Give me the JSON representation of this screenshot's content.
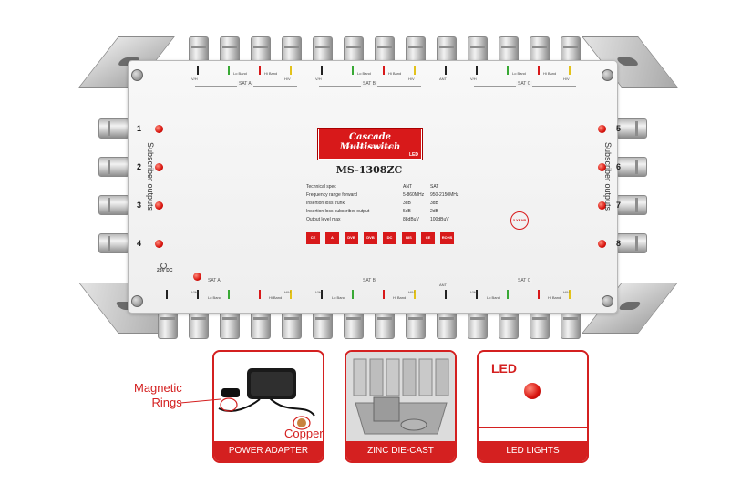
{
  "device": {
    "brand_title": "Cascade Multiswitch",
    "brand_subtitle": "32 SAT IF signal reinserted / 8 receiver",
    "brand_tag": "LED",
    "model": "MS-1308ZC",
    "power_label": "28V DC",
    "warranty_badge": "3 YEAR",
    "subscriber_outputs_label": "Subscriber outputs",
    "port_numbers": [
      "1",
      "2",
      "3",
      "4",
      "5",
      "6",
      "7",
      "8"
    ],
    "input_labels": [
      "V/H",
      "Lo Band",
      "H/V",
      "Hi Band"
    ],
    "sat_groups": [
      "SAT A",
      "SAT B",
      "SAT C"
    ],
    "ant_label": "ANT",
    "spec": {
      "headers": [
        "Technical spec",
        "ANT",
        "SAT"
      ],
      "rows": [
        {
          "label": "Frequency range forward",
          "ant": "5-860MHz",
          "sat": "950-2150MHz"
        },
        {
          "label": "Insertion loss trunk",
          "ant": "3dB",
          "sat": "3dB"
        },
        {
          "label": "Insertion loss subscriber output",
          "ant": "5dB",
          "sat": "2dB"
        },
        {
          "label": "Output level max",
          "ant": "88dBuV",
          "sat": "100dBuV"
        }
      ]
    },
    "cert_logos": [
      "CE",
      "A",
      "DVB",
      "DVB",
      "DC",
      "BIS",
      "CE",
      "ROHS"
    ]
  },
  "callouts": {
    "magnetic_rings_line1": "Magnetic",
    "magnetic_rings_line2": "Rings",
    "copper": "Copper",
    "led": "LED"
  },
  "panels": {
    "power_adapter": "POWER ADAPTER",
    "zinc_die_cast": "ZINC DIE-CAST",
    "led_lights": "LED LIGHTS"
  },
  "colors": {
    "accent_red": "#d42020",
    "green_band": "#39a935",
    "yellow_band": "#e3c21b",
    "red_band": "#d8191a"
  }
}
